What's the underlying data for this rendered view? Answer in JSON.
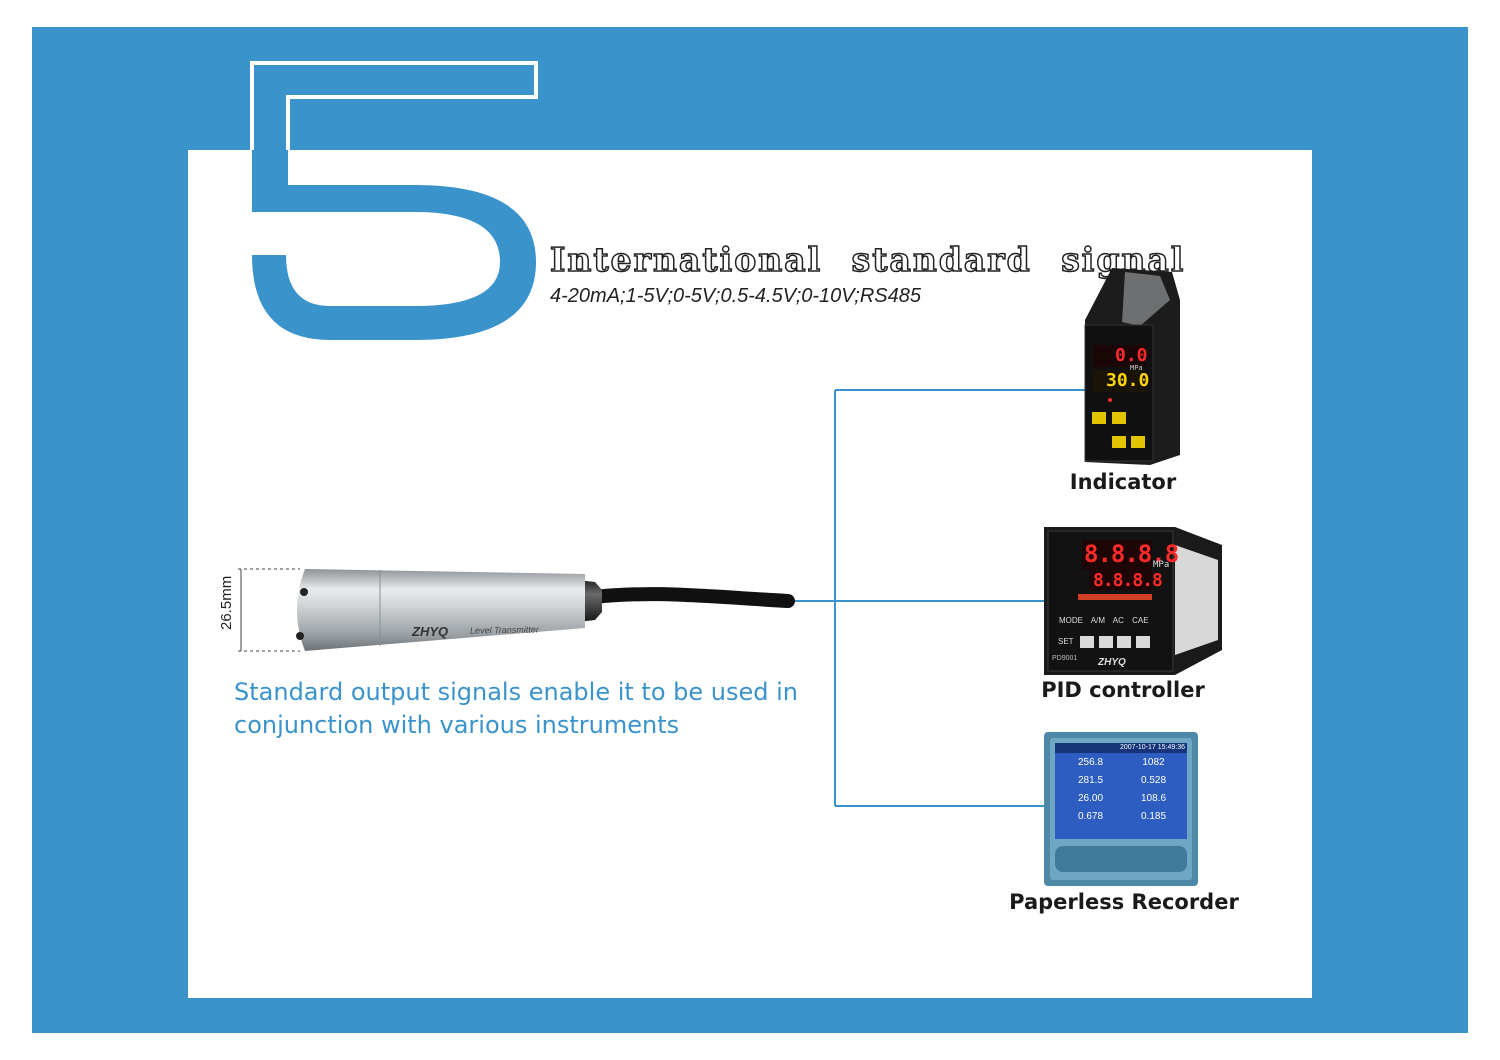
{
  "heading": {
    "number": "5",
    "title": "International standard signal",
    "signals": "4-20mA;1-5V;0-5V;0.5-4.5V;0-10V;RS485"
  },
  "caption": "Standard output signals enable it to be used in conjunction with various instruments",
  "sensor": {
    "dimension": "26.5mm",
    "brand": "ZHYQ",
    "model_text": "Level Transmitter"
  },
  "devices": {
    "indicator": {
      "label": "Indicator",
      "display_top": "0.0",
      "display_bottom": "30.0",
      "unit": "MPa"
    },
    "pid": {
      "label": "PID controller",
      "pv": "8.8.8.8",
      "sv": "8.8.8.8",
      "unit": "MPa",
      "buttons": [
        "MODE",
        "A/M",
        "AC",
        "CAE",
        "SET"
      ],
      "model": "PD9001",
      "brand": "ZHYQ"
    },
    "recorder": {
      "label": "Paperless Recorder",
      "datetime": "2007-10-17 15:49:36",
      "values": [
        "256.8",
        "1082",
        "281.5",
        "0.528",
        "26.00",
        "108.6",
        "0.678",
        "0.185"
      ]
    }
  },
  "colors": {
    "frame_blue": "#3a93cb",
    "card_white": "#ffffff",
    "wire": "#3a93cb",
    "led_red": "#ff2a2a",
    "led_yellow": "#ffd400"
  }
}
